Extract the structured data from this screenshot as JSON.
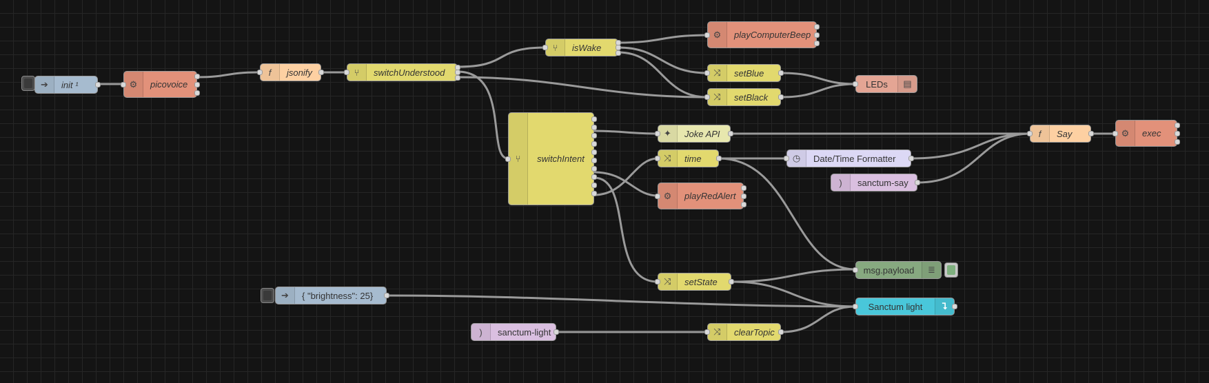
{
  "editor": {
    "title": "Flow editor canvas",
    "nodes": {
      "init": {
        "label": "init ¹"
      },
      "picovoice": {
        "label": "picovoice"
      },
      "jsonify": {
        "label": "jsonify"
      },
      "switchUnderstood": {
        "label": "switchUnderstood"
      },
      "isWake": {
        "label": "isWake"
      },
      "playComputerBeep": {
        "label": "playComputerBeep"
      },
      "setBlue": {
        "label": "setBlue"
      },
      "setBlack": {
        "label": "setBlack"
      },
      "leds": {
        "label": "LEDs"
      },
      "switchIntent": {
        "label": "switchIntent"
      },
      "jokeApi": {
        "label": "Joke API"
      },
      "time": {
        "label": "time"
      },
      "playRedAlert": {
        "label": "playRedAlert"
      },
      "dateTimeFormatter": {
        "label": "Date/Time Formatter"
      },
      "sanctumSay": {
        "label": "sanctum-say"
      },
      "say": {
        "label": "Say"
      },
      "exec": {
        "label": "exec"
      },
      "msgPayload": {
        "label": "msg.payload"
      },
      "setState": {
        "label": "setState"
      },
      "brightness": {
        "label": "{ \"brightness\": 25}"
      },
      "sanctumLight": {
        "label": "Sanctum light"
      },
      "sanctumLightIn": {
        "label": "sanctum-light"
      },
      "clearTopic": {
        "label": "clearTopic"
      }
    }
  },
  "colors": {
    "inject": "#a6bbcf",
    "exec": "#e2917a",
    "function": "#fdd0a2",
    "switch": "#e2d96e",
    "change": "#e2d96e",
    "http": "#e7e7ae",
    "datetime": "#dcd8f5",
    "link": "#dabfe0",
    "debug": "#87a980",
    "led": "#e4a594",
    "light": "#49c7da",
    "wire": "#9a9a9a",
    "background": "#141414"
  },
  "icons": {
    "inject": "arrow-in-icon",
    "exec": "gear-icon",
    "function": "function-icon",
    "switch": "switch-icon",
    "change": "shuffle-icon",
    "http": "globe-icon",
    "datetime": "clock-icon",
    "link": "link-in-icon",
    "debug": "list-icon",
    "led": "led-icon",
    "light": "lamp-icon"
  }
}
